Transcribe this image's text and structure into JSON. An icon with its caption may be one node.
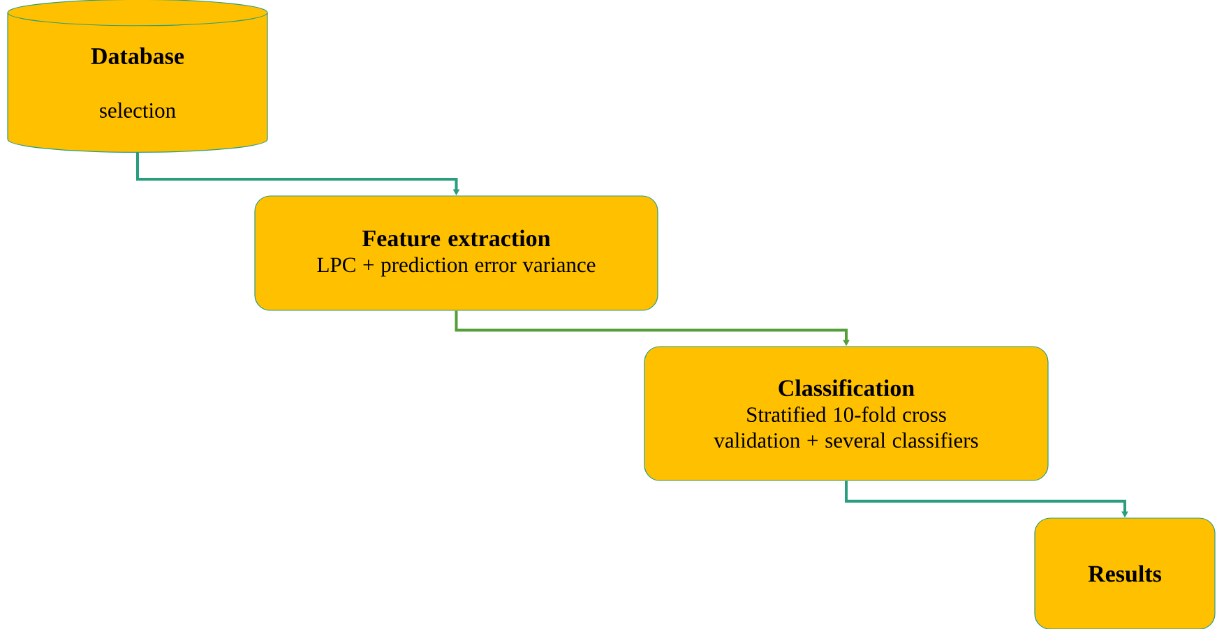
{
  "diagram": {
    "nodes": [
      {
        "text": [
          "Database",
          "selection"
        ]
      },
      {
        "text": [
          "Feature extraction",
          "LPC + prediction error variance"
        ]
      },
      {
        "text": [
          "Classification",
          "Stratified 10-fold cross validation + several classifiers"
        ]
      },
      {
        "text": [
          "Results"
        ]
      }
    ],
    "edges": [
      {
        "from": 0,
        "to": 1,
        "arrow": "to"
      },
      {
        "from": 1,
        "to": 2,
        "arrow": "to",
        "color": "#559e3a"
      },
      {
        "from": 2,
        "to": 3,
        "arrow": "to"
      }
    ]
  }
}
